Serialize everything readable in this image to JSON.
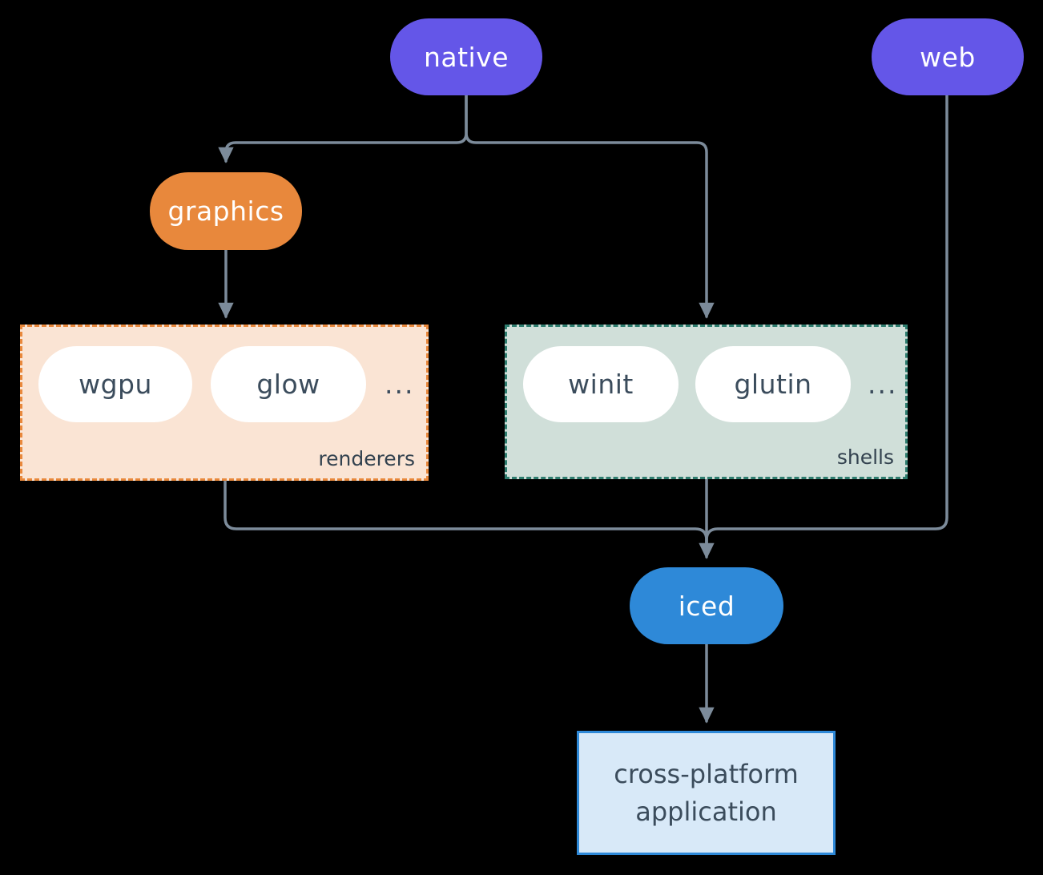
{
  "diagram": {
    "title_semantic": "iced ecosystem architecture",
    "background_color": "#000000",
    "connector_color": "#7c8b9a",
    "nodes": {
      "native": {
        "label": "native",
        "color": "#6456e8"
      },
      "web": {
        "label": "web",
        "color": "#6456e8"
      },
      "graphics": {
        "label": "graphics",
        "color": "#e8883c"
      },
      "iced": {
        "label": "iced",
        "color": "#2e89d8"
      },
      "application": {
        "line1": "cross-platform",
        "line2": "application",
        "bg_color": "#d8e9f8",
        "border_color": "#2e89d8"
      }
    },
    "groups": {
      "renderers": {
        "label": "renderers",
        "items": [
          "wgpu",
          "glow"
        ],
        "ellipsis": "...",
        "bg_color": "#fae4d4",
        "border_color": "#e8883c"
      },
      "shells": {
        "label": "shells",
        "items": [
          "winit",
          "glutin"
        ],
        "ellipsis": "...",
        "bg_color": "#d0dfd9",
        "border_color": "#2e7d6f"
      }
    },
    "edges": [
      {
        "from": "native",
        "to": "graphics"
      },
      {
        "from": "native",
        "to": "shells"
      },
      {
        "from": "graphics",
        "to": "renderers"
      },
      {
        "from": "renderers",
        "to": "iced"
      },
      {
        "from": "shells",
        "to": "iced"
      },
      {
        "from": "web",
        "to": "iced"
      },
      {
        "from": "iced",
        "to": "application"
      }
    ]
  }
}
